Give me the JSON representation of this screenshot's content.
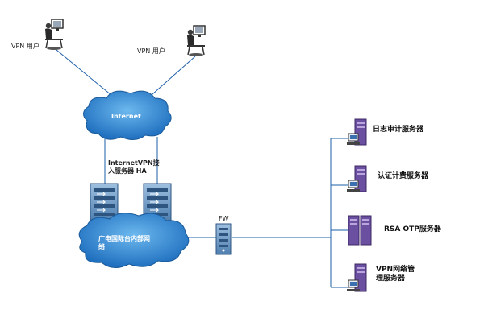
{
  "nodes": {
    "user_left": "VPN 用户",
    "user_right": "VPN 用户",
    "internet": "Internet",
    "vpn_gateway": "InternetVPN接\n入服务器 HA",
    "intranet": "广电国际台内部网\n络",
    "firewall": "FW",
    "servers": [
      {
        "label": "日志审计服务器",
        "icon": "computer-icon"
      },
      {
        "label": "认证计费服务器",
        "icon": "computer-icon"
      },
      {
        "label": "RSA OTP服务器",
        "icon": "server-tower-icon"
      },
      {
        "label": "VPN网络管\n理服务器",
        "icon": "computer-icon"
      }
    ]
  },
  "colors": {
    "cloud": "#2f86cf",
    "device": "#5f8fbf",
    "server_purple": "#6b4fa0",
    "line": "#1e5fa8"
  }
}
